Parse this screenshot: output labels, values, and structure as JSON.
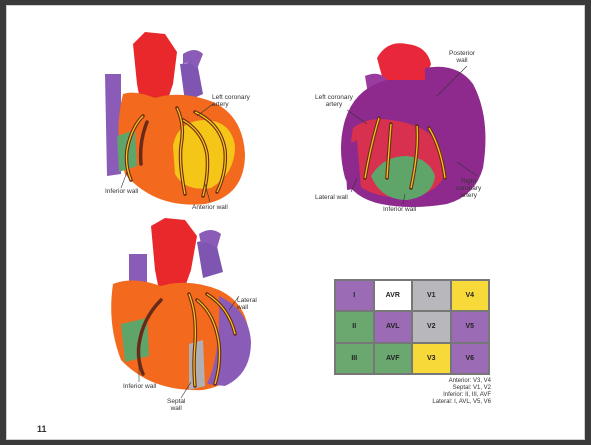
{
  "slide_number": "11",
  "labels": {
    "fig1_left_coronary": [
      "Left coronary",
      "artery"
    ],
    "fig1_inferior": "Inferior wall",
    "fig1_anterior": "Anterior wall",
    "fig2_posterior": [
      "Posterior",
      "wall"
    ],
    "fig2_left_coronary": [
      "Left coronary",
      "artery"
    ],
    "fig2_right_coronary": [
      "Right",
      "coronary",
      "artery"
    ],
    "fig2_lateral": "Lateral wall",
    "fig2_inferior": "Inferior wall",
    "fig3_lateral": [
      "Lateral",
      "wall"
    ],
    "fig3_inferior": "Inferior wall",
    "fig3_septal": [
      "Septal",
      "wall"
    ]
  },
  "lead_grid": [
    {
      "label": "I",
      "color": "#9b6bb5"
    },
    {
      "label": "AVR",
      "color": "#ffffff"
    },
    {
      "label": "V1",
      "color": "#b8b8bc"
    },
    {
      "label": "V4",
      "color": "#f7d93a"
    },
    {
      "label": "II",
      "color": "#6aa870"
    },
    {
      "label": "AVL",
      "color": "#9b6bb5"
    },
    {
      "label": "V2",
      "color": "#b8b8bc"
    },
    {
      "label": "V5",
      "color": "#9b6bb5"
    },
    {
      "label": "III",
      "color": "#6aa870"
    },
    {
      "label": "AVF",
      "color": "#6aa870"
    },
    {
      "label": "V3",
      "color": "#f7d93a"
    },
    {
      "label": "V6",
      "color": "#9b6bb5"
    }
  ],
  "legend": [
    "Anterior: V3, V4",
    "Septal: V1, V2",
    "Inferior: II, III, AVF",
    "Lateral: I, AVL, V5, V6"
  ],
  "colors": {
    "aorta": "#e8282a",
    "ventricle": "#f36a1e",
    "vessel_purple": "#8a5cb8",
    "anterior_yellow": "#f5c518",
    "inferior_green": "#5fa56a",
    "artery": "#6a2a18",
    "posterior_magenta": "#8e2a8e",
    "lateral_pink": "#d8304f",
    "septal_gray": "#b0b0b4"
  }
}
